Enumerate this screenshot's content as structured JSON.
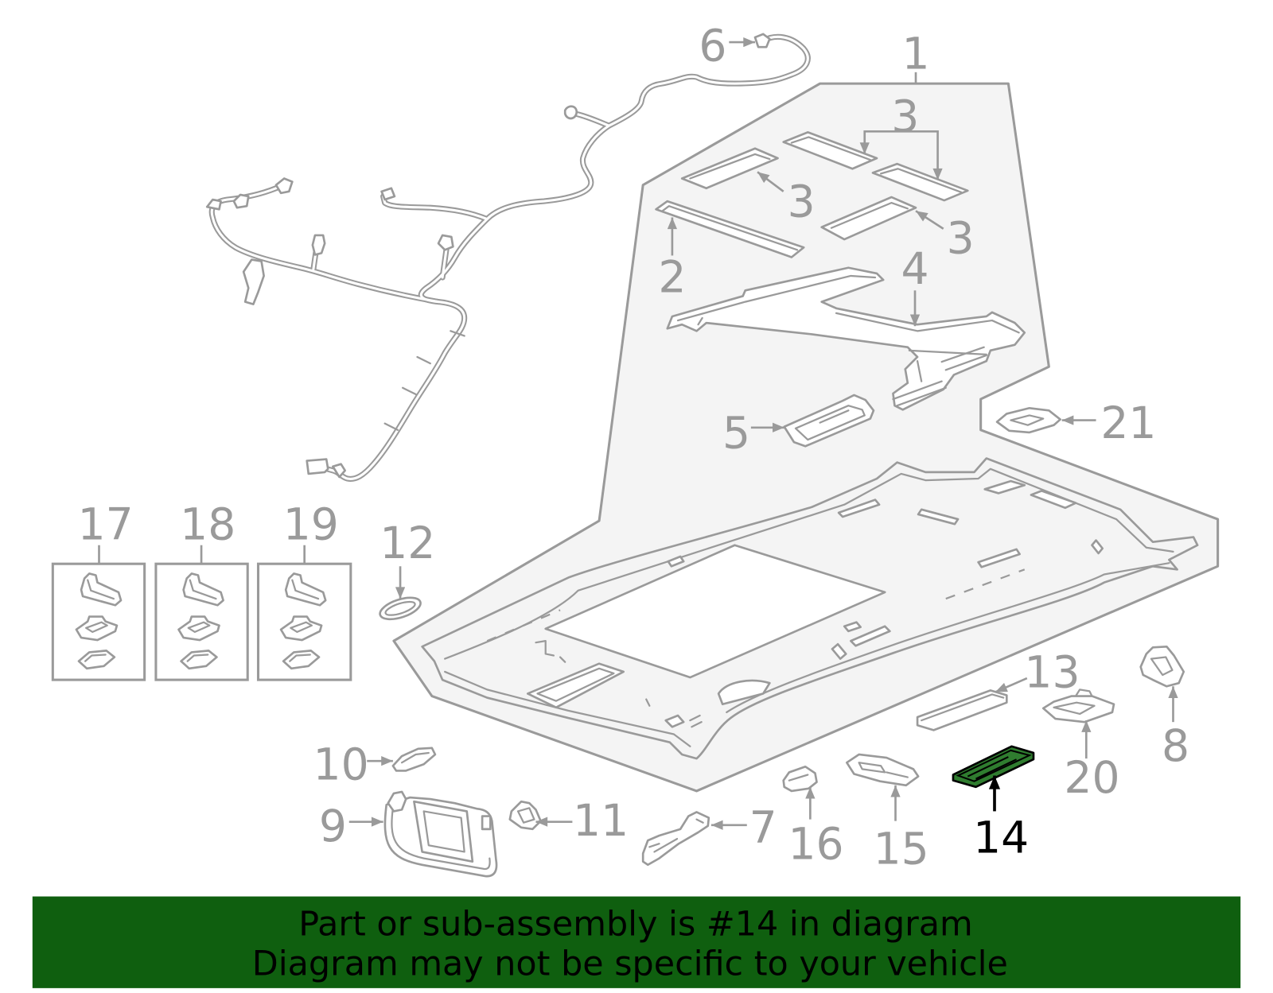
{
  "diagram": {
    "callouts": {
      "1": "1",
      "2": "2",
      "3": "3",
      "4": "4",
      "5": "5",
      "6": "6",
      "7": "7",
      "8": "8",
      "9": "9",
      "10": "10",
      "11": "11",
      "12": "12",
      "13": "13",
      "14": "14",
      "15": "15",
      "16": "16",
      "17": "17",
      "18": "18",
      "19": "19",
      "20": "20",
      "21": "21"
    }
  },
  "banner": {
    "line1": "Part or sub-assembly is #14 in diagram",
    "line2": "Diagram may not be specific to your vehicle"
  },
  "colors": {
    "line": "#9a9a9a",
    "panel": "#f4f4f4",
    "highlight": "#2f7d2f",
    "banner": "#0f5f0f",
    "text": "#000000"
  }
}
